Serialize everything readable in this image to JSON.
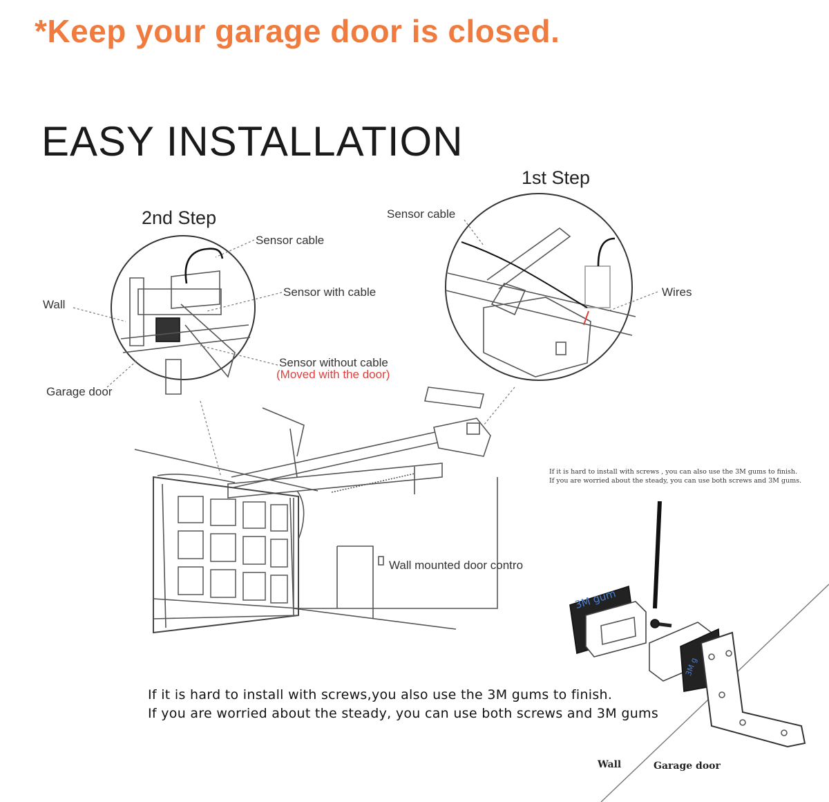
{
  "headline": "*Keep your garage door is closed.",
  "title": "EASY INSTALLATION",
  "step1": {
    "title": "1st Step",
    "sensor_cable": "Sensor cable",
    "wires": "Wires"
  },
  "step2": {
    "title": "2nd Step",
    "sensor_cable": "Sensor cable",
    "sensor_with_cable": "Sensor with cable",
    "wall": "Wall",
    "garage_door": "Garage door",
    "sensor_without_cable": "Sensor without cable",
    "moved_with_door": "(Moved with the door)"
  },
  "wall_control": "Wall mounted door contro",
  "bracket_note": {
    "line1": "If it is hard to install with screws , you can also use the 3M gums to finish.",
    "line2": "If you are worried about the steady, you can use both screws and 3M gums."
  },
  "gum_label_1": "3M gum",
  "gum_label_2": "3M g",
  "bracket_wall": "Wall",
  "bracket_garage_door": "Garage door",
  "caption": {
    "line1": "If it is hard to install with screws,you also use the 3M gums to finish.",
    "line2": "If you are worried about the steady, you can use both screws and 3M gums"
  },
  "colors": {
    "headline": "#f07b3f",
    "moved_text": "#e0403c",
    "line_art": "#555555"
  }
}
